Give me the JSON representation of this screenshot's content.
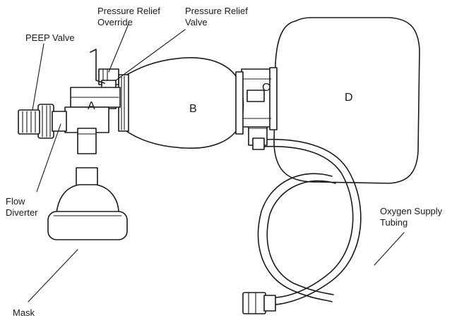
{
  "labels": {
    "peep_valve": "PEEP Valve",
    "pressure_relief_override_1": "Pressure Relief",
    "pressure_relief_override_2": "Override",
    "pressure_relief_valve_1": "Pressure Relief",
    "pressure_relief_valve_2": "Valve",
    "flow_diverter_1": "Flow",
    "flow_diverter_2": "Diverter",
    "mask": "Mask",
    "oxygen_supply_tubing_1": "Oxygen Supply",
    "oxygen_supply_tubing_2": "Tubing"
  },
  "parts": {
    "a": "A",
    "b": "B",
    "c": "C",
    "d": "D"
  }
}
